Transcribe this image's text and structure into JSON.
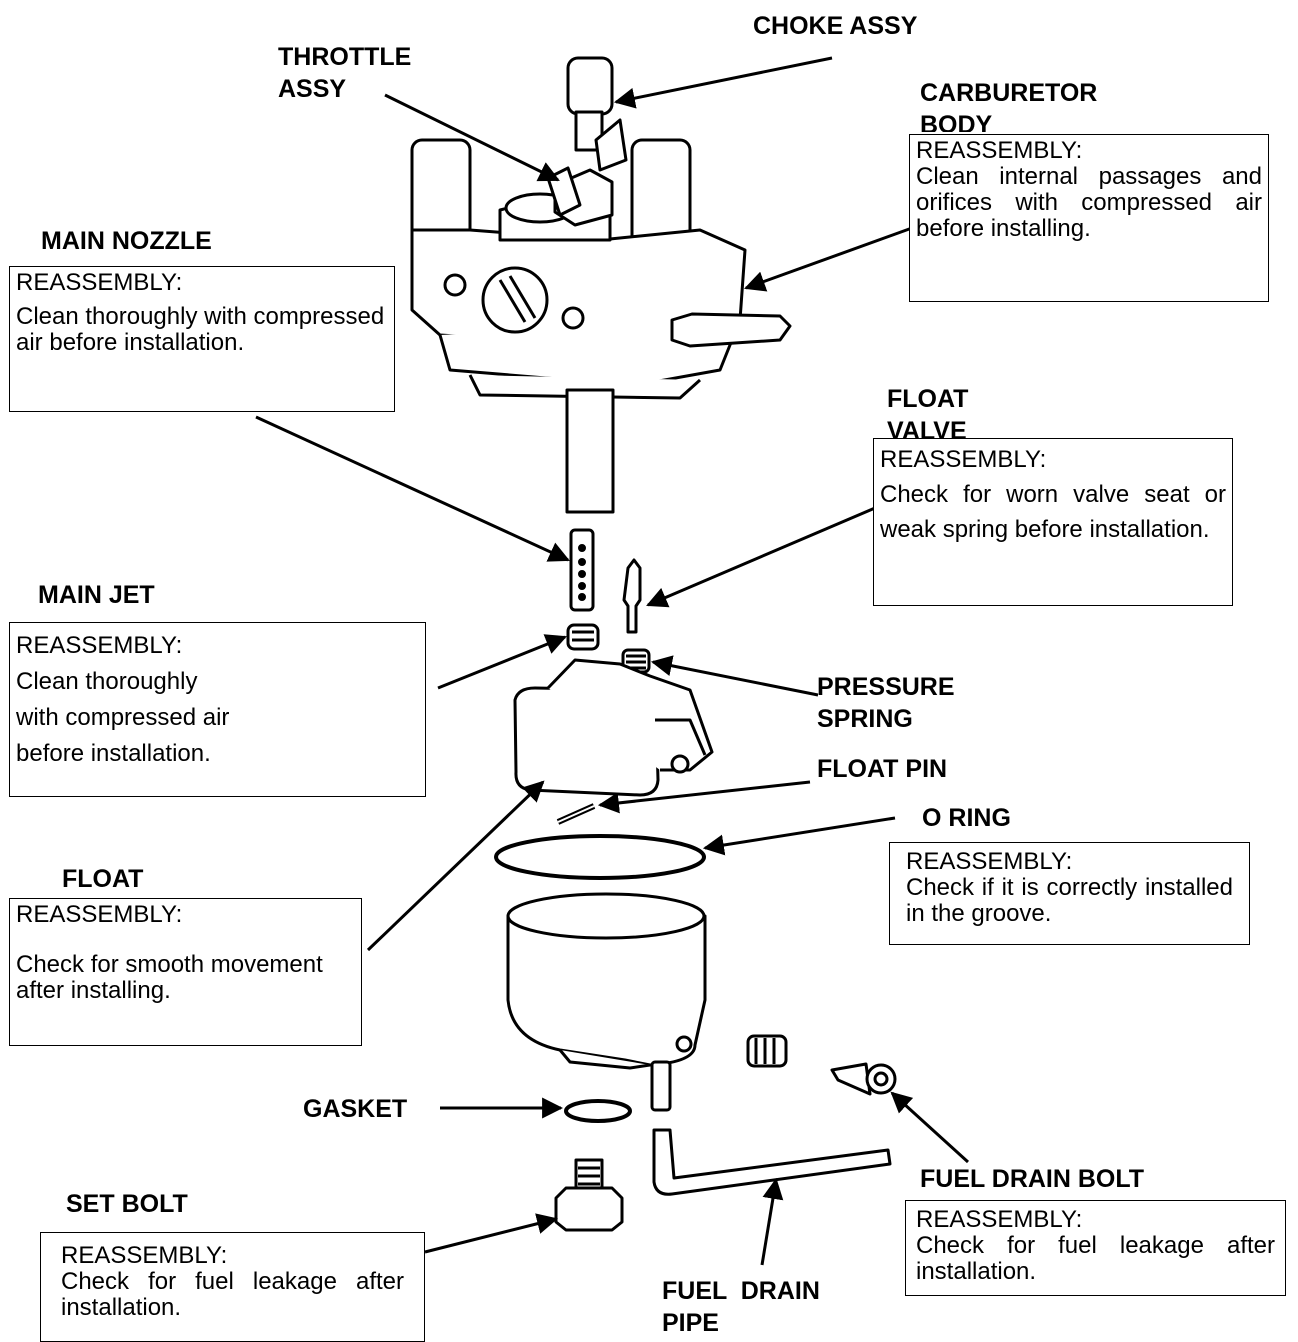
{
  "labels": {
    "choke": "CHOKE ASSY",
    "throttle_1": "THROTTLE",
    "throttle_2": "ASSY",
    "carb_1": "CARBURETOR",
    "carb_2": "BODY",
    "main_nozzle": "MAIN NOZZLE",
    "float_valve_1": "FLOAT",
    "float_valve_2": "VALVE",
    "main_jet": "MAIN JET",
    "pressure_spring_1": "PRESSURE",
    "pressure_spring_2": "SPRING",
    "float_pin": "FLOAT PIN",
    "o_ring": "O RING",
    "float": "FLOAT",
    "gasket": "GASKET",
    "fuel_drain_bolt": "FUEL DRAIN BOLT",
    "set_bolt": "SET BOLT",
    "fuel_drain_pipe_1": "FUEL  DRAIN",
    "fuel_drain_pipe_2": "PIPE"
  },
  "notes": {
    "carb": {
      "title": "REASSEMBLY:",
      "body": "Clean internal passages and orifices with compressed air before installing."
    },
    "main_nozzle": {
      "title": "REASSEMBLY:",
      "body": "Clean thoroughly with compressed air before installation."
    },
    "float_valve": {
      "title": "REASSEMBLY:",
      "body": "Check for worn valve seat or weak spring before installation."
    },
    "main_jet": {
      "title": "REASSEMBLY:",
      "line1": "Clean thoroughly",
      "line2": "with compressed air",
      "line3": "before installation."
    },
    "o_ring": {
      "title": "REASSEMBLY:",
      "body": "Check if it is correctly installed in the groove."
    },
    "float": {
      "title": "REASSEMBLY:",
      "body": "Check for smooth movement after installing."
    },
    "fuel_drain_bolt": {
      "title": "REASSEMBLY:",
      "body": "Check for fuel leakage after installation."
    },
    "set_bolt": {
      "title": "REASSEMBLY:",
      "body": "Check for fuel leakage after installation."
    }
  }
}
